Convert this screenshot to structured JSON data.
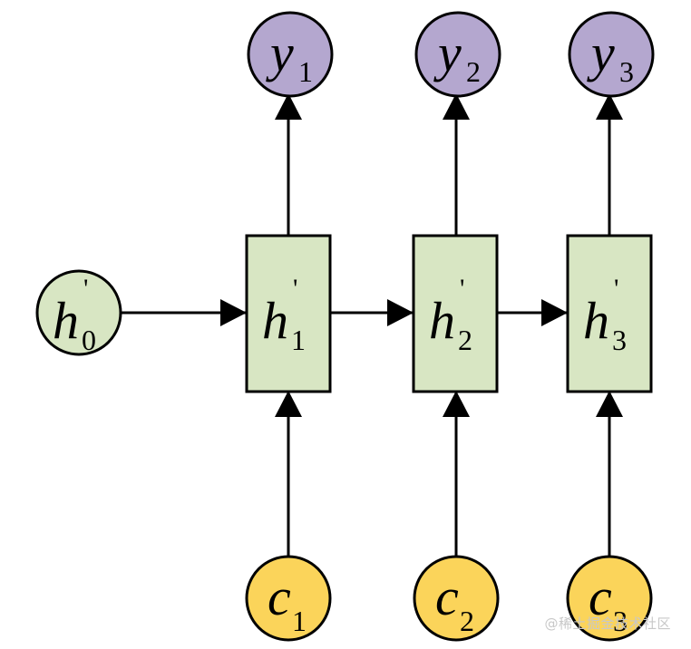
{
  "diagram": {
    "colors": {
      "hidden_fill": "#d8e6c3",
      "output_fill": "#b4a7cf",
      "context_fill": "#fbd45a",
      "stroke": "#000000"
    },
    "initial_state": {
      "var": "h",
      "prime": "'",
      "sub": "0"
    },
    "steps": [
      {
        "hidden": {
          "var": "h",
          "prime": "'",
          "sub": "1"
        },
        "output": {
          "var": "y",
          "sub": "1"
        },
        "context": {
          "var": "c",
          "sub": "1"
        }
      },
      {
        "hidden": {
          "var": "h",
          "prime": "'",
          "sub": "2"
        },
        "output": {
          "var": "y",
          "sub": "2"
        },
        "context": {
          "var": "c",
          "sub": "2"
        }
      },
      {
        "hidden": {
          "var": "h",
          "prime": "'",
          "sub": "3"
        },
        "output": {
          "var": "y",
          "sub": "3"
        },
        "context": {
          "var": "c",
          "sub": "3"
        }
      }
    ]
  },
  "watermark": "@稀土掘金技术社区"
}
